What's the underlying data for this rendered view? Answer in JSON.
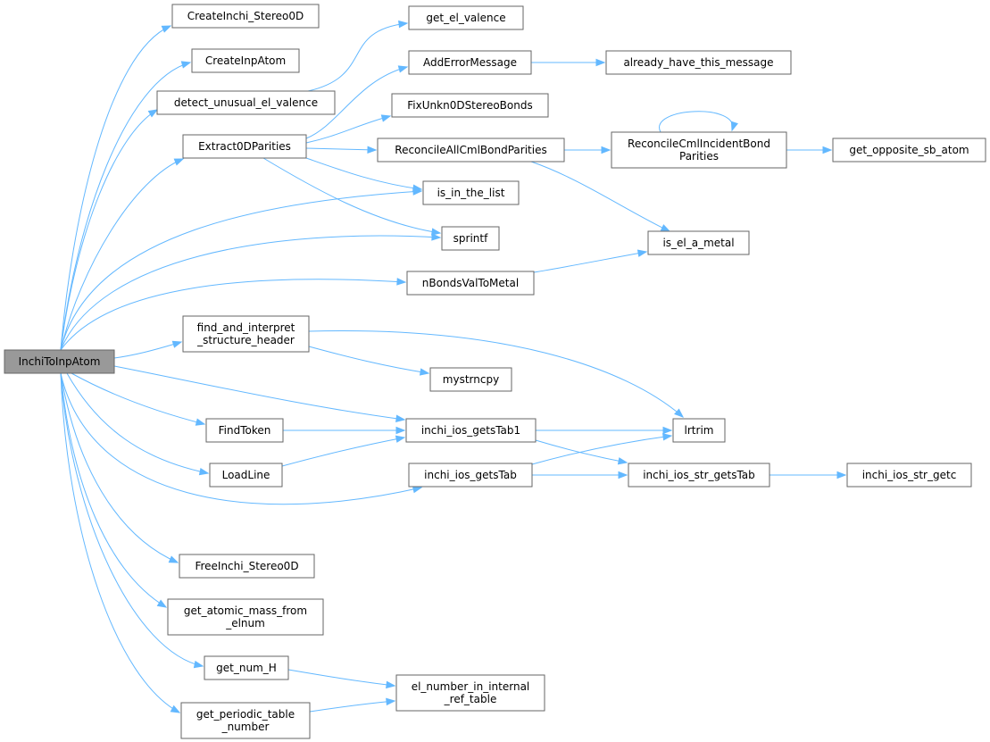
{
  "nodes": {
    "root": {
      "lines": [
        "InchiToInpAtom"
      ]
    },
    "CreateInchi_Stereo0D": {
      "lines": [
        "CreateInchi_Stereo0D"
      ]
    },
    "CreateInpAtom": {
      "lines": [
        "CreateInpAtom"
      ]
    },
    "detect_unusual_el_valence": {
      "lines": [
        "detect_unusual_el_valence"
      ]
    },
    "get_el_valence": {
      "lines": [
        "get_el_valence"
      ]
    },
    "Extract0DParities": {
      "lines": [
        "Extract0DParities"
      ]
    },
    "AddErrorMessage": {
      "lines": [
        "AddErrorMessage"
      ]
    },
    "already_have_this_message": {
      "lines": [
        "already_have_this_message"
      ]
    },
    "FixUnkn0DStereoBonds": {
      "lines": [
        "FixUnkn0DStereoBonds"
      ]
    },
    "ReconcileAllCmlBondParities": {
      "lines": [
        "ReconcileAllCmlBondParities"
      ]
    },
    "ReconcileCmlIncidentBondParities": {
      "lines": [
        "ReconcileCmlIncidentBond",
        "Parities"
      ]
    },
    "get_opposite_sb_atom": {
      "lines": [
        "get_opposite_sb_atom"
      ]
    },
    "is_in_the_list": {
      "lines": [
        "is_in_the_list"
      ]
    },
    "sprintf": {
      "lines": [
        "sprintf"
      ]
    },
    "is_el_a_metal": {
      "lines": [
        "is_el_a_metal"
      ]
    },
    "nBondsValToMetal": {
      "lines": [
        "nBondsValToMetal"
      ]
    },
    "find_and_interpret_structure_header": {
      "lines": [
        "find_and_interpret",
        "_structure_header"
      ]
    },
    "mystrncpy": {
      "lines": [
        "mystrncpy"
      ]
    },
    "lrtrim": {
      "lines": [
        "lrtrim"
      ]
    },
    "FindToken": {
      "lines": [
        "FindToken"
      ]
    },
    "inchi_ios_getsTab1": {
      "lines": [
        "inchi_ios_getsTab1"
      ]
    },
    "LoadLine": {
      "lines": [
        "LoadLine"
      ]
    },
    "inchi_ios_getsTab": {
      "lines": [
        "inchi_ios_getsTab"
      ]
    },
    "inchi_ios_str_getsTab": {
      "lines": [
        "inchi_ios_str_getsTab"
      ]
    },
    "inchi_ios_str_getc": {
      "lines": [
        "inchi_ios_str_getc"
      ]
    },
    "FreeInchi_Stereo0D": {
      "lines": [
        "FreeInchi_Stereo0D"
      ]
    },
    "get_atomic_mass_from_elnum": {
      "lines": [
        "get_atomic_mass_from",
        "_elnum"
      ]
    },
    "get_num_H": {
      "lines": [
        "get_num_H"
      ]
    },
    "el_number_in_internal_ref_table": {
      "lines": [
        "el_number_in_internal",
        "_ref_table"
      ]
    },
    "get_periodic_table_number": {
      "lines": [
        "get_periodic_table",
        "_number"
      ]
    }
  },
  "colors": {
    "root_fill": "#999999",
    "node_fill": "#ffffff",
    "node_border": "#666666",
    "edge": "#63b8ff",
    "text": "#000000"
  }
}
